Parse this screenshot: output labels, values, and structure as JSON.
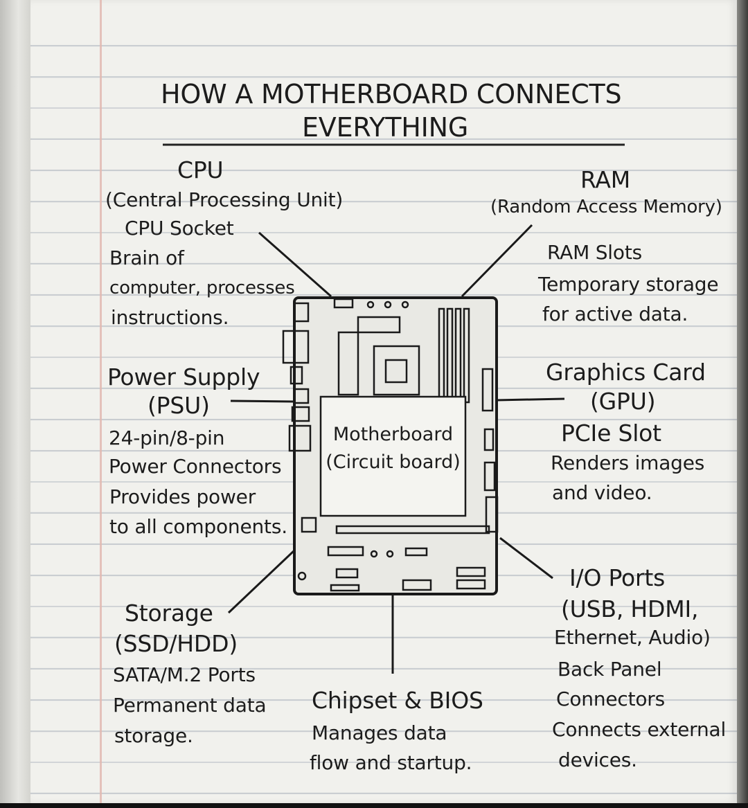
{
  "title": {
    "line1": "HOW A MOTHERBOARD CONNECTS",
    "line2": "EVERYTHING"
  },
  "cpu": {
    "name": "CPU",
    "full": "(Central Processing Unit)",
    "slot": "CPU Socket",
    "desc": [
      "Brain of",
      "computer, processes",
      "instructions."
    ]
  },
  "ram": {
    "name": "RAM",
    "full": "(Random Access Memory)",
    "slot": "RAM Slots",
    "desc": [
      "Temporary storage",
      "for active data."
    ]
  },
  "psu": {
    "name": "Power Supply",
    "full": "(PSU)",
    "slot": [
      "24-pin/8-pin",
      "Power Connectors"
    ],
    "desc": [
      "Provides power",
      "to all components."
    ]
  },
  "gpu": {
    "name": "Graphics Card",
    "full": "(GPU)",
    "slot": "PCIe Slot",
    "desc": [
      "Renders images",
      "and video."
    ]
  },
  "board": {
    "line1": "Motherboard",
    "line2": "(Circuit board)"
  },
  "storage": {
    "name": "Storage",
    "full": "(SSD/HDD)",
    "slot": "SATA/M.2 Ports",
    "desc": [
      "Permanent data",
      "storage."
    ]
  },
  "chipset": {
    "name": "Chipset & BIOS",
    "desc": [
      "Manages data",
      "flow and startup."
    ]
  },
  "io": {
    "name": "I/O Ports",
    "full": [
      "(USB, HDMI,",
      "Ethernet, Audio)"
    ],
    "slot": [
      "Back Panel",
      "Connectors"
    ],
    "desc": [
      "Connects external",
      "devices."
    ]
  }
}
